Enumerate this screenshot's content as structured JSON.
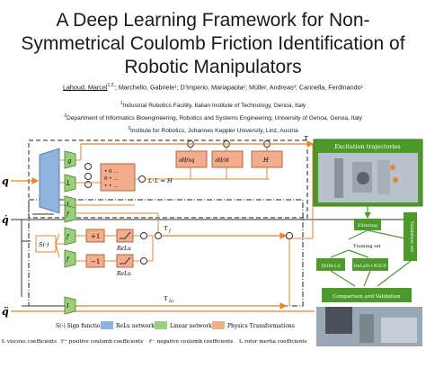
{
  "title_lines": [
    "A Deep Learning Framework for Non-",
    "Symmetrical Coulomb Friction Identification of",
    "Robotic Manipulators"
  ],
  "authors": {
    "first": "Lahoud, Marcel",
    "first_sup": "1,2,",
    "rest": "; Marchello, Gabriele¹; D'Imperio, Mariapaola¹; Müller, Andreas³; Cannella, Ferdinando¹"
  },
  "affiliations": [
    {
      "sup": "1",
      "text": "Industrial Robotics Facility, Italian Institute of Technology, Genoa, Italy"
    },
    {
      "sup": "2",
      "text": "Department of Informatics Bioengineering, Robotics and Systems Engineering, University of Genoa, Genoa, Italy"
    },
    {
      "sup": "3",
      "text": "Institute for Robotics, Johannes Keppler University, Linz, Austria"
    }
  ],
  "inputs": {
    "q": "q",
    "qdot": "q̇",
    "qddot": "q̈"
  },
  "nets": {
    "g": "g",
    "Ld": "L",
    "Ld_sub": "d",
    "Lo": "L",
    "Lo_sub": "o",
    "fv": "f",
    "fv_sub": "v",
    "fcp": "f",
    "fcp_sub": "c",
    "fcp_sup": "+",
    "fcm": "f",
    "fcm_sub": "c",
    "fcm_sup": "−",
    "Ia": "I",
    "Ia_sub": "a"
  },
  "blocks": {
    "matrix": [
      "•  0  …",
      "0  •  …",
      "•  •  …"
    ],
    "LLT": "LᵀL = H",
    "dH": "∂H/∂q",
    "dHt": "∂H/∂t",
    "Hq": "H",
    "S": "S(·)",
    "plus1": "+1",
    "minus1": "−1",
    "relu": "ReLu"
  },
  "outputs": {
    "tau": "τ",
    "tau_f": "τ",
    "tau_f_sub": "f",
    "tau_ia": "τ",
    "tau_ia_sub": "Ia"
  },
  "legend": {
    "row1": [
      {
        "swatch": "none",
        "label": "S(·) Sign function"
      },
      {
        "swatch": "#8fb3de",
        "label": "ReLu network"
      },
      {
        "swatch": "#9ccf7c",
        "label": "Linear network"
      },
      {
        "swatch": "#f2ad8c",
        "label": "Physics Transformations"
      }
    ],
    "row2": [
      "fᵥ viscous coefficients",
      "fᶜ⁺ positive coulomb coefficients",
      "fᶜ⁻ negative coulomb coefficients",
      "Iₐ rotor inertia coefficients"
    ]
  },
  "pipeline": {
    "header": "Excitation trajectories",
    "filtering": "Filtering",
    "training": "Training set",
    "validation": "Validation set",
    "idim": "IDIM-LS",
    "delan": "DeLaN+NSCF",
    "comparison": "Comparison and Validation"
  },
  "colors": {
    "relu": "#8fb3de",
    "linear": "#9ccf7c",
    "physics": "#f2ad8c",
    "arrow": "#e8842d",
    "green_box": "#4c9a2a"
  }
}
